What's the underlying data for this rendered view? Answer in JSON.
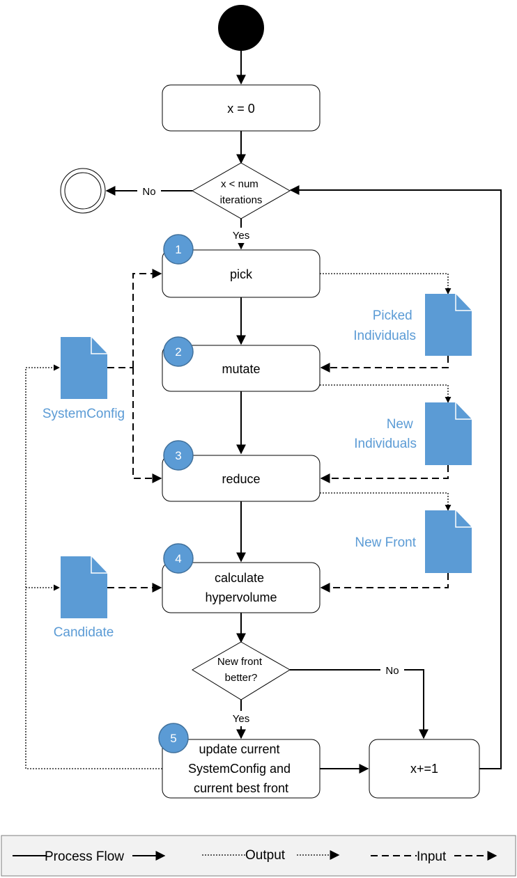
{
  "colors": {
    "accent": "#5b9bd5",
    "badge_stroke": "#41719c",
    "label_blue": "#5b9bd5"
  },
  "nodes": {
    "init": "x = 0",
    "cond": [
      "x < num",
      "iterations"
    ],
    "pick": "pick",
    "mutate": "mutate",
    "reduce": "reduce",
    "calc": [
      "calculate",
      "hypervolume"
    ],
    "better": [
      "New front",
      "better?"
    ],
    "update": [
      "update current",
      "SystemConfig and",
      "current best front"
    ],
    "incr": "x+=1"
  },
  "edges": {
    "no_label": "No",
    "yes_label": "Yes"
  },
  "badges": [
    "1",
    "2",
    "3",
    "4",
    "5"
  ],
  "documents": {
    "picked": [
      "Picked",
      "Individuals"
    ],
    "new_individuals": [
      "New",
      "Individuals"
    ],
    "new_front": "New Front",
    "system_config": "SystemConfig",
    "candidate": "Candidate"
  },
  "legend": {
    "process_flow": "Process Flow",
    "output": "Output",
    "input": "Input"
  }
}
